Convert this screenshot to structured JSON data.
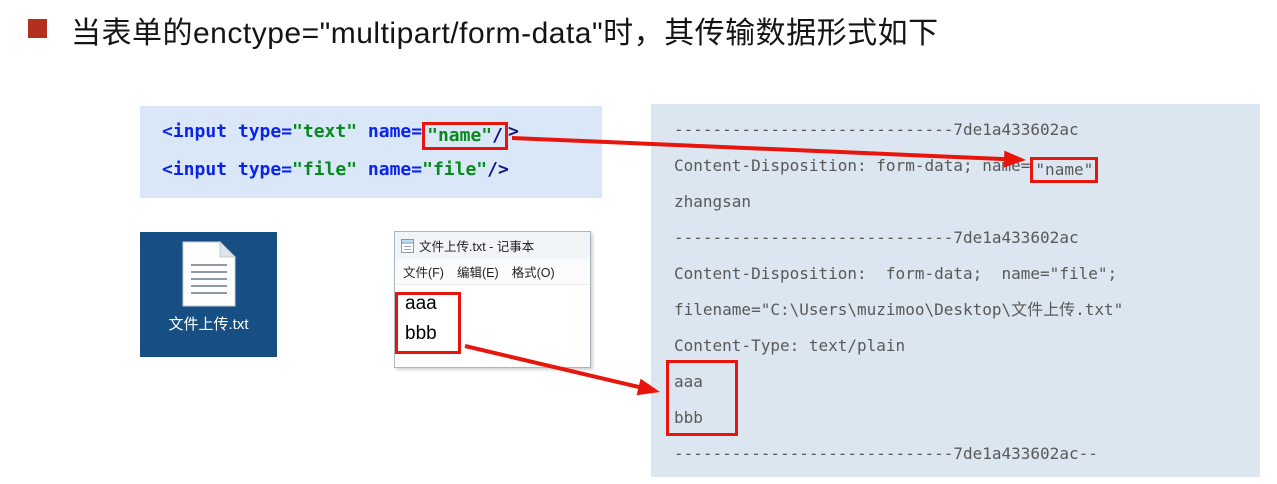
{
  "slide": {
    "title": "当表单的enctype=\"multipart/form-data\"时，其传输数据形式如下"
  },
  "code": {
    "line1": {
      "t_tag": "<input ",
      "t_attr1": "type=",
      "t_val1": "\"text\"",
      "t_attr2": " name=",
      "t_val2": "\"name\"",
      "t_slash": "/",
      "t_close": ">"
    },
    "line2": {
      "t_tag": "<input ",
      "t_attr1": "type=",
      "t_val1": "\"file\"",
      "t_attr2": " name=",
      "t_val2": "\"file\"",
      "t_close": "/>"
    }
  },
  "file_icon": {
    "label": "文件上传.txt"
  },
  "notepad": {
    "title": "文件上传.txt - 记事本",
    "menu": [
      "文件(F)",
      "编辑(E)",
      "格式(O)"
    ],
    "content": [
      "aaa",
      "bbb"
    ]
  },
  "http": {
    "l1": "-----------------------------7de1a433602ac",
    "l2_prefix": "Content-Disposition: form-data; name=",
    "l2_boxed": "\"name\"",
    "l3": "zhangsan",
    "l4": "-----------------------------7de1a433602ac",
    "l5": "Content-Disposition:  form-data;  name=\"file\";",
    "l6": "filename=\"C:\\Users\\muzimoo\\Desktop\\文件上传.txt\"",
    "l7": "Content-Type: text/plain",
    "l8": "aaa",
    "l9": "bbb",
    "l10": "-----------------------------7de1a433602ac--"
  },
  "colors": {
    "highlight_red": "#e8150d",
    "bullet_red": "#b4301e",
    "panel_bg": "#dce6f1",
    "code_bg": "#d9e7f8",
    "tile_blue": "#174f84",
    "code_tag_blue": "#0a23f0",
    "code_value_green": "#078a1c",
    "panel_text_gray": "#595959"
  }
}
